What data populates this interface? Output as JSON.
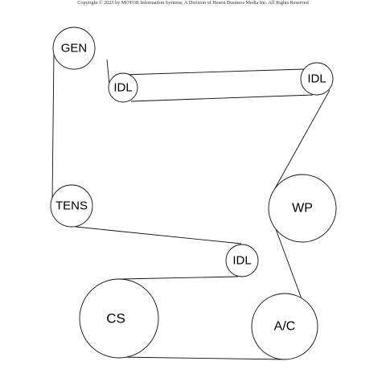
{
  "copyright": "Copyright © 2023 by MOTOR Information Systems, A Division of Hearst Business Media Inc. All Rights Reserved",
  "pulleys": [
    {
      "id": "gen",
      "label": "GEN"
    },
    {
      "id": "idl1",
      "label": "IDL"
    },
    {
      "id": "idl2",
      "label": "IDL"
    },
    {
      "id": "wp",
      "label": "WP"
    },
    {
      "id": "tens",
      "label": "TENS"
    },
    {
      "id": "idl3",
      "label": "IDL"
    },
    {
      "id": "cs",
      "label": "CS"
    },
    {
      "id": "ac",
      "label": "A/C"
    }
  ]
}
